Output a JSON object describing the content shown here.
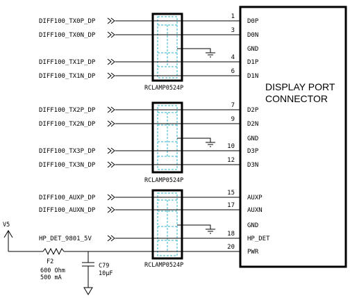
{
  "connector": {
    "title_line1": "DISPLAY PORT",
    "title_line2": "CONNECTOR"
  },
  "nets": {
    "tx0p": "DIFF100_TX0P_DP",
    "tx0n": "DIFF100_TX0N_DP",
    "tx1p": "DIFF100_TX1P_DP",
    "tx1n": "DIFF100_TX1N_DP",
    "tx2p": "DIFF100_TX2P_DP",
    "tx2n": "DIFF100_TX2N_DP",
    "tx3p": "DIFF100_TX3P_DP",
    "tx3n": "DIFF100_TX3N_DP",
    "auxp": "DIFF100_AUXP_DP",
    "auxn": "DIFF100_AUXN_DP",
    "hpdet": "HP_DET_9801_5V"
  },
  "pins": {
    "p1": {
      "num": "1",
      "name": "D0P"
    },
    "p3": {
      "num": "3",
      "name": "D0N"
    },
    "gnd1": {
      "name": "GND"
    },
    "p4": {
      "num": "4",
      "name": "D1P"
    },
    "p6": {
      "num": "6",
      "name": "D1N"
    },
    "p7": {
      "num": "7",
      "name": "D2P"
    },
    "p9": {
      "num": "9",
      "name": "D2N"
    },
    "gnd2": {
      "name": "GND"
    },
    "p10": {
      "num": "10",
      "name": "D3P"
    },
    "p12": {
      "num": "12",
      "name": "D3N"
    },
    "p15": {
      "num": "15",
      "name": "AUXP"
    },
    "p17": {
      "num": "17",
      "name": "AUXN"
    },
    "gnd3": {
      "name": "GND"
    },
    "p18": {
      "num": "18",
      "name": "HP_DET"
    },
    "p20": {
      "num": "20",
      "name": "PWR"
    }
  },
  "parts": {
    "u1": "RCLAMP0524P",
    "u2": "RCLAMP0524P",
    "u3": "RCLAMP0524P",
    "fuse_ref": "F2",
    "fuse_val1": "600 Ohm",
    "fuse_val2": "500 mA",
    "cap_ref": "C79",
    "cap_val": "10µF",
    "power_label": "V5"
  }
}
